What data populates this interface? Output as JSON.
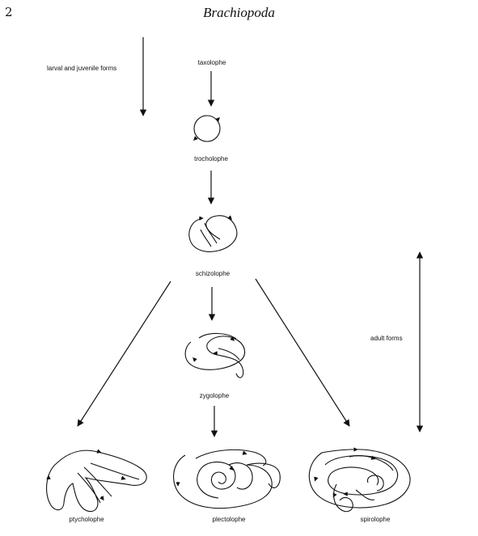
{
  "header": {
    "page_number": "2",
    "running_title": "Brachiopoda"
  },
  "annotations": {
    "larval_label": "larval and juvenile forms",
    "adult_label": "adult forms"
  },
  "stages": {
    "taxolophe": "taxolophe",
    "trocholophe": "trocholophe",
    "schizolophe": "schizolophe",
    "zygolophe": "zygolophe",
    "ptycholophe": "ptycholophe",
    "plectolophe": "plectolophe",
    "spirolophe": "spirolophe"
  }
}
